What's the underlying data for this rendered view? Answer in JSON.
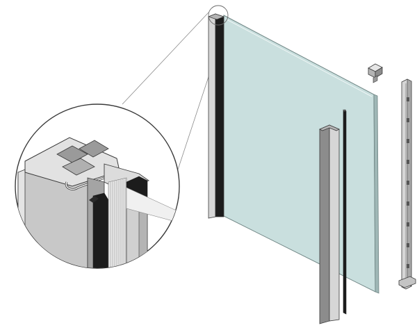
{
  "figure": {
    "kind": "exploded-isometric-technical-drawing",
    "subject": "glass-panel-with-aluminium-profiles",
    "colors": {
      "background": "#ffffff",
      "glass": "#c9dfde",
      "glass_edge": "#6f8584",
      "aluminium_light": "#d6d6d6",
      "aluminium_mid": "#b4b4b4",
      "aluminium_dark": "#8c8c8c",
      "gasket": "#1c1c1c",
      "outline": "#3a3a3a",
      "leader_line": "#8a8a8a"
    },
    "parts": [
      {
        "id": "glass-panel",
        "icon": "glass-panel-icon"
      },
      {
        "id": "left-frame-profile",
        "icon": "profile-icon"
      },
      {
        "id": "detail-callout",
        "icon": "magnifier-circle-icon"
      },
      {
        "id": "front-edge-profile",
        "icon": "profile-icon"
      },
      {
        "id": "rubber-seal-strip",
        "icon": "seal-icon"
      },
      {
        "id": "end-cap",
        "icon": "cap-icon"
      },
      {
        "id": "wall-rail",
        "icon": "rail-icon"
      }
    ]
  }
}
